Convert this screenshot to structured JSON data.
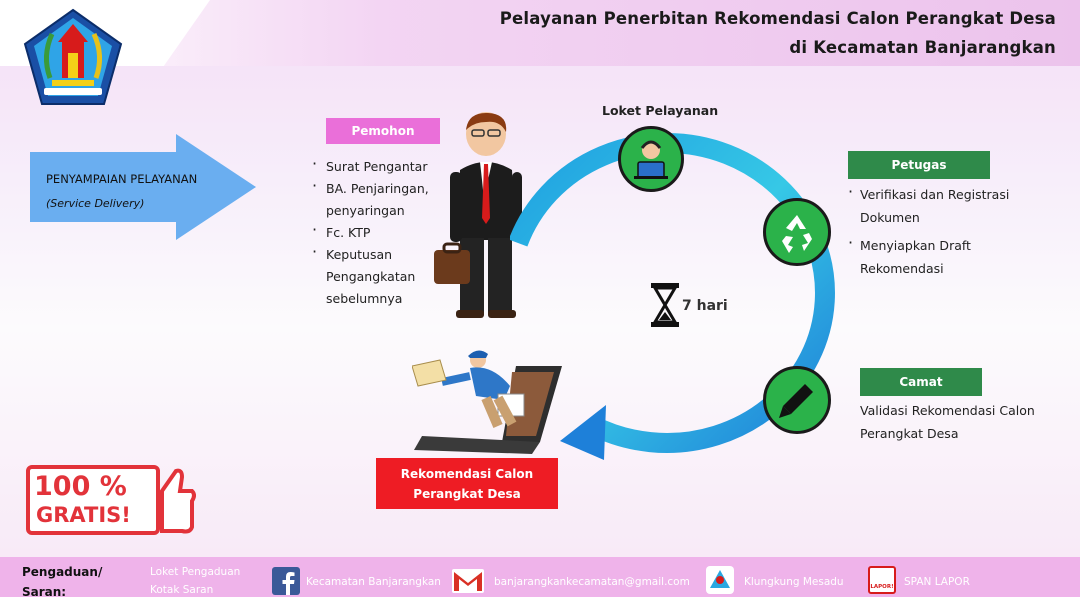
{
  "header": {
    "title_line1": "Pelayanan Penerbitan Rekomendasi Calon Perangkat Desa",
    "title_line2": "di Kecamatan Banjarangkan"
  },
  "service": {
    "label": "PENYAMPAIAN PELAYANAN",
    "sublabel": "(Service Delivery)",
    "color": "#6aaef0"
  },
  "pemohon": {
    "label": "Pemohon",
    "items": [
      "Surat Pengantar",
      "BA. Penjaringan, penyaringan",
      "Fc. KTP",
      "Keputusan Pengangkatan sebelumnya"
    ]
  },
  "loket": {
    "label": "Loket Pelayanan"
  },
  "petugas": {
    "label": "Petugas",
    "items": [
      "Verifikasi dan Registrasi Dokumen",
      "Menyiapkan Draft Rekomendasi"
    ]
  },
  "camat": {
    "label": "Camat",
    "text": "Validasi Rekomendasi Calon Perangkat Desa"
  },
  "duration": {
    "label": "7 hari"
  },
  "output": {
    "line1": "Rekomendasi Calon",
    "line2": "Perangkat Desa"
  },
  "badge": {
    "line1": "100 %",
    "line2": "GRATIS!"
  },
  "footer": {
    "pengaduan_line1": "Pengaduan/",
    "pengaduan_line2": "Saran:",
    "channels_a": [
      "Loket Pengaduan",
      "Kotak Saran"
    ],
    "facebook": "Kecamatan Banjarangkan",
    "email": "banjarangkankecamatan@gmail.com",
    "klungkung": "Klungkung Mesadu",
    "lapor": "SPAN LAPOR",
    "lapor_icon_text": "LAPOR!"
  },
  "colors": {
    "accent_pink": "#ea6fd9",
    "green": "#2f8a4a",
    "red": "#ee1c24",
    "cycle": "#2aa7e0"
  }
}
